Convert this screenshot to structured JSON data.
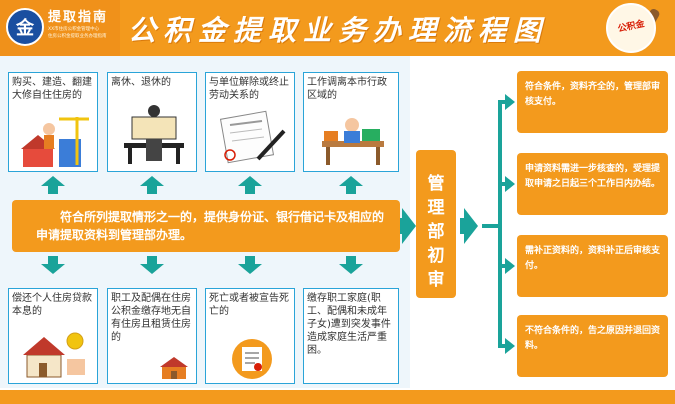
{
  "header": {
    "title": "公积金提取业务办理流程图",
    "logo_title": "提取指南",
    "logo_sub1": "XX市住房公积金管理中心",
    "logo_sub2": "住房公积金提取业务办理指南",
    "logo_mark": "金",
    "stamp_label": "公积金"
  },
  "top_cards": [
    {
      "text": "购买、建造、翻建大修自住住房的",
      "icon": "house-construction-icon"
    },
    {
      "text": "离休、退休的",
      "icon": "retiree-bench-icon"
    },
    {
      "text": "与单位解除或终止劳动关系的",
      "icon": "contract-pen-icon"
    },
    {
      "text": "工作调离本市行政区域的",
      "icon": "office-desk-icon"
    }
  ],
  "central_text": "符合所列提取情形之一的，提供身份证、银行借记卡及相应的申请提取资料到管理部办理。",
  "bottom_cards": [
    {
      "text": "偿还个人住房贷款本息的",
      "icon": "house-coin-icon"
    },
    {
      "text": "职工及配偶在住房公积金缴存地无自有住房且租赁住房的",
      "icon": "rental-house-icon"
    },
    {
      "text": "死亡或者被宣告死亡的",
      "icon": "document-icon"
    },
    {
      "text": "缴存职工家庭(职工、配偶和未成年子女)遭到突发事件造成家庭生活严重困。",
      "icon": "family-icon"
    }
  ],
  "management": {
    "label": "管理部初审"
  },
  "outcomes": [
    {
      "text": "符合条件，资料齐全的，管理部审核支付。"
    },
    {
      "text": "申请资料需进一步核查的，受理提取申请之日起三个工作日内办结。"
    },
    {
      "text": "需补正资料的，资料补正后审核支付。"
    },
    {
      "text": "不符合条件的，告之原因并退回资料。"
    }
  ],
  "colors": {
    "orange": "#f39a1d",
    "teal": "#1aa39a",
    "blue": "#2aa4d8"
  }
}
